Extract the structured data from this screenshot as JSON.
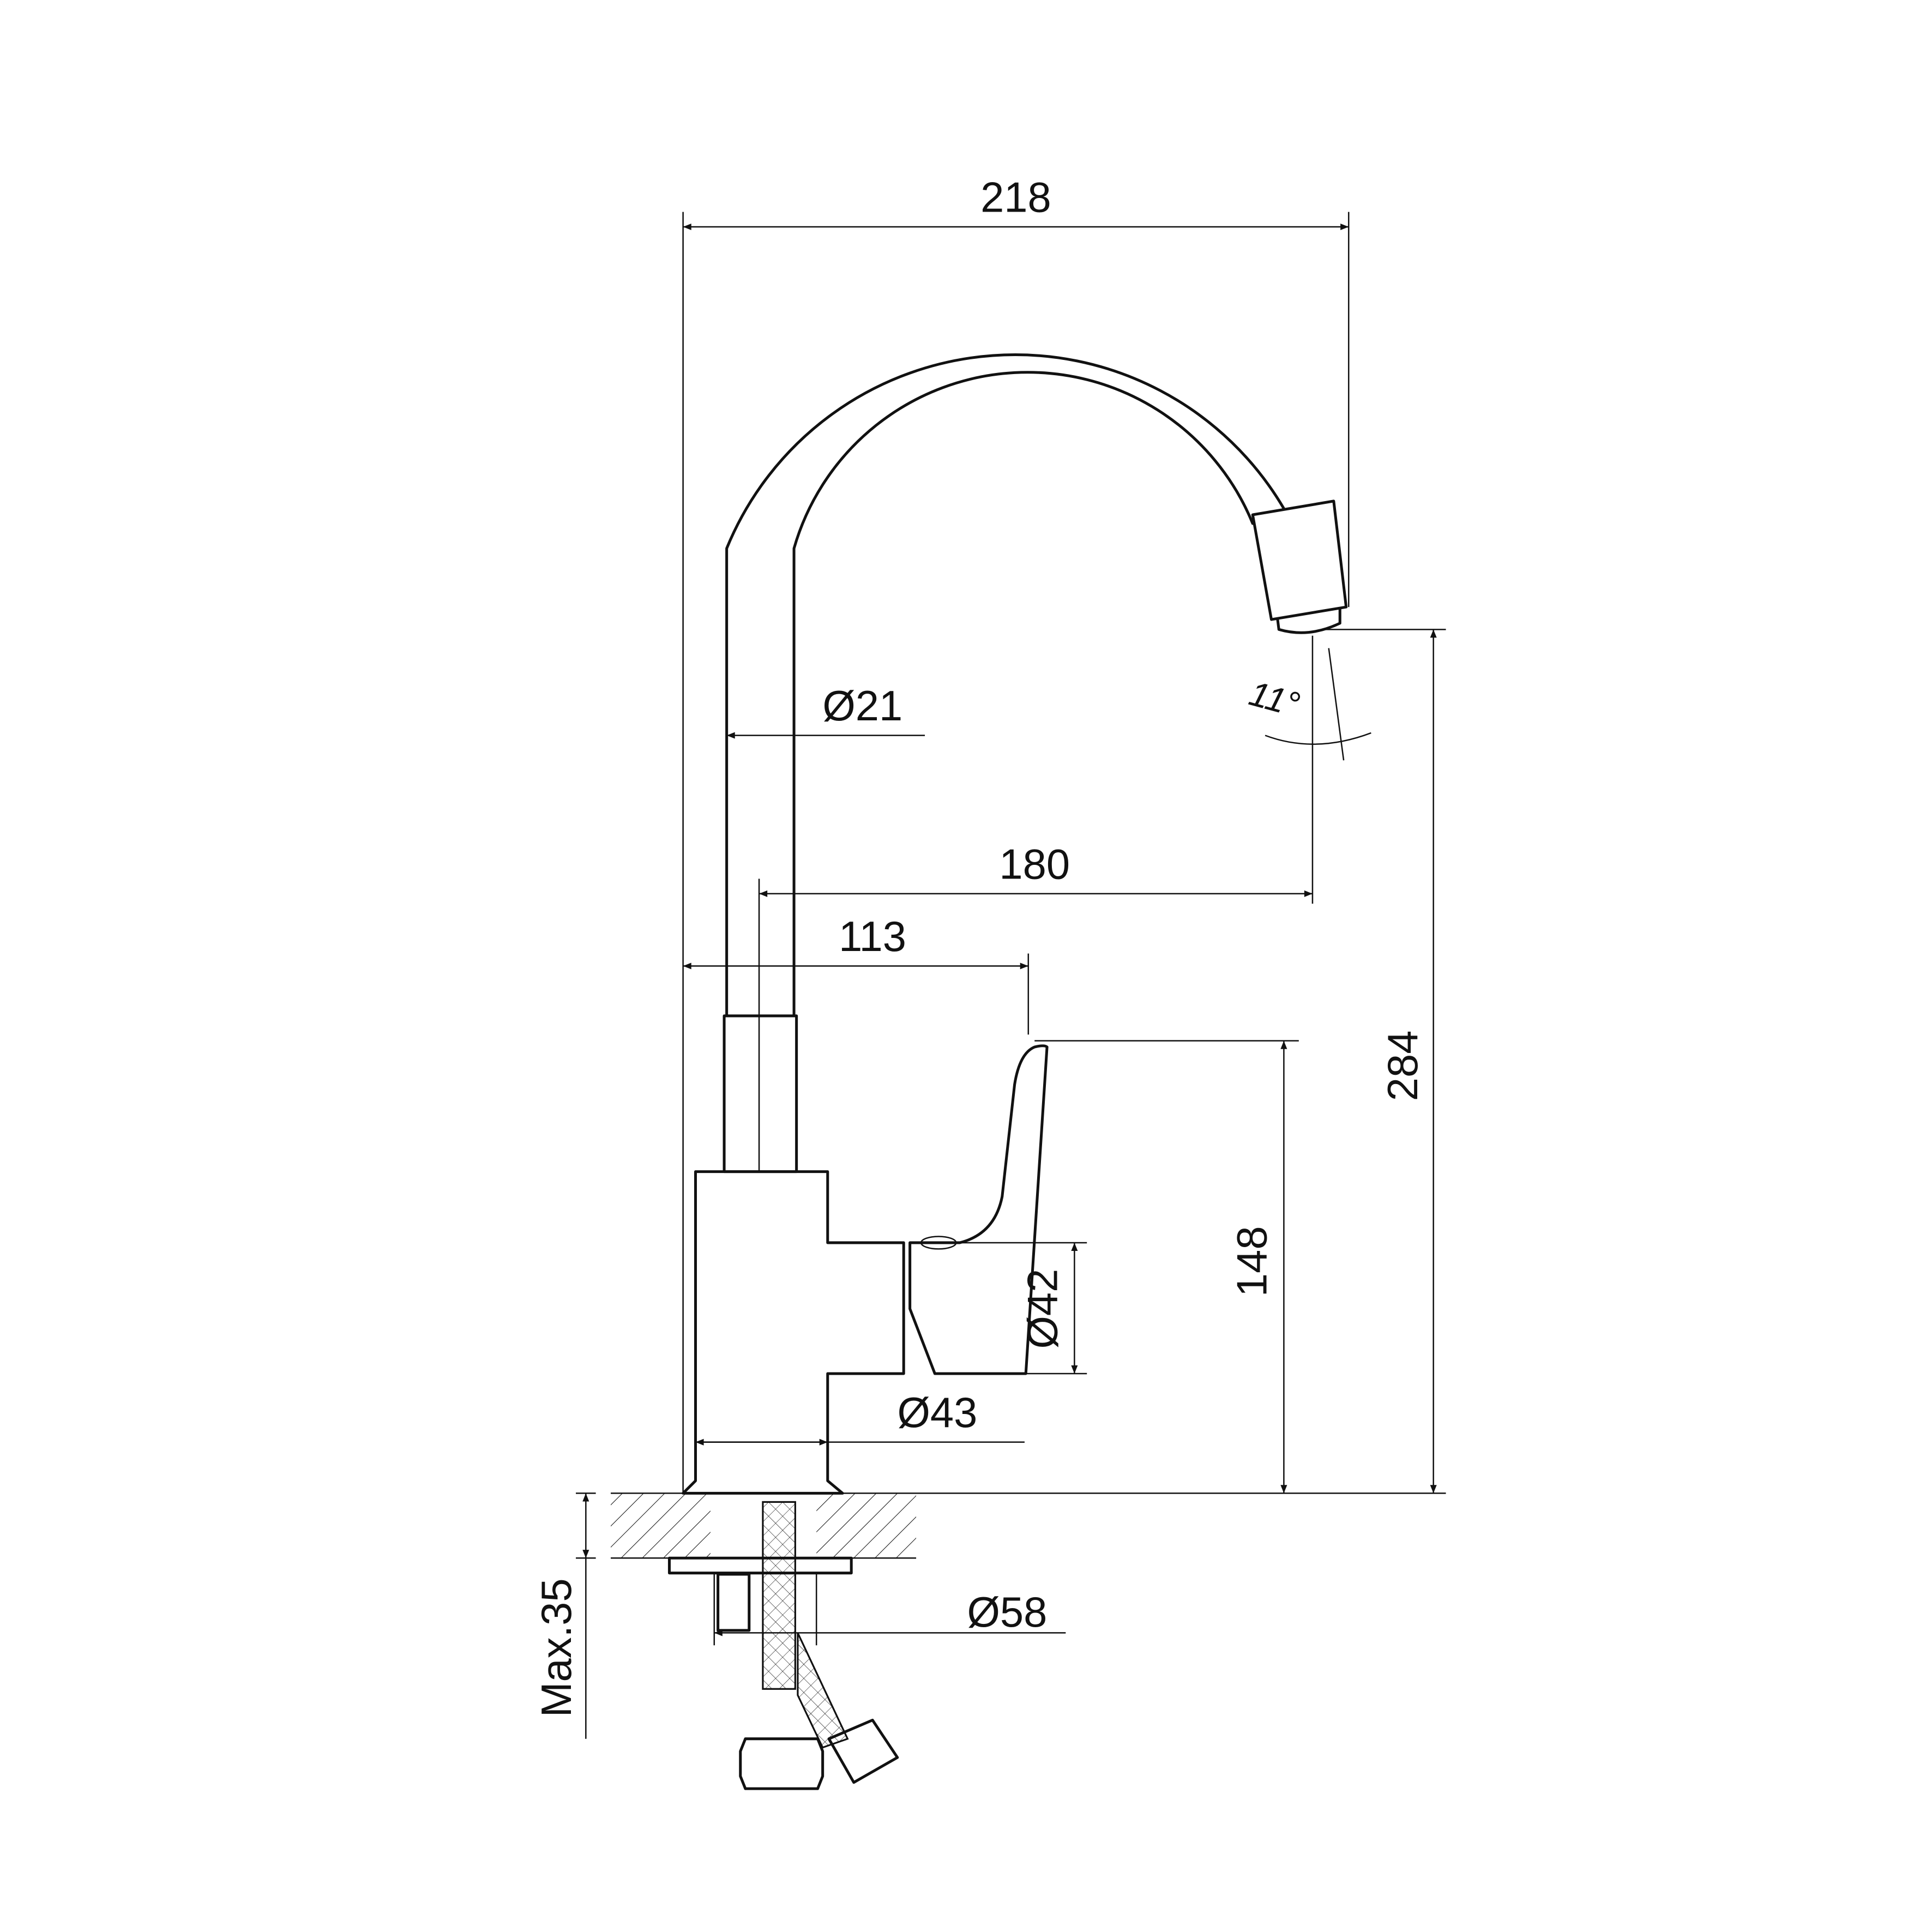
{
  "drawing": {
    "subject": "Kitchen faucet side elevation with dimensions",
    "line_color": "#111111",
    "background": "#ffffff"
  },
  "dimensions": {
    "overall_width": "218",
    "spout_diameter": "Ø21",
    "spout_reach": "180",
    "handle_reach": "113",
    "aerator_angle": "11°",
    "overall_height": "284",
    "handle_height": "148",
    "cartridge_diameter": "Ø42",
    "body_diameter": "Ø43",
    "mounting_flange_diameter": "Ø58",
    "max_counter_thickness": "Max.35"
  }
}
